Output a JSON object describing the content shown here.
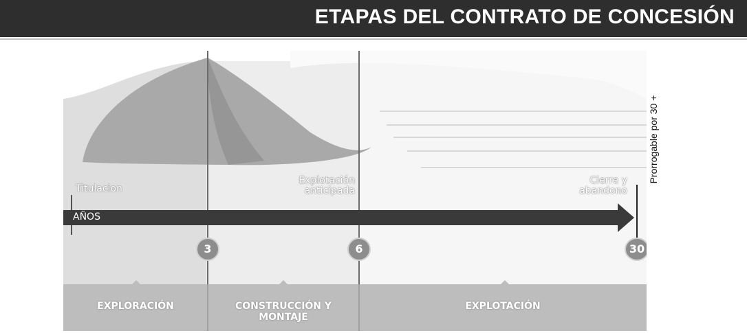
{
  "header": {
    "title": "ETAPAS DEL CONTRATO DE CONCESIÓN"
  },
  "timeline": {
    "axis_label": "AÑOS",
    "milestones": [
      "3",
      "6",
      "30"
    ],
    "events": {
      "titulacion": "Titulacion",
      "explotacion_anticipada_1": "Explotación",
      "explotacion_anticipada_2": "anticipada",
      "cierre_1": "Cierre y",
      "cierre_2": "abandono"
    },
    "extension_note": "Prorrogable por 30 +"
  },
  "phases": {
    "exploracion": "EXPLORACIÓN",
    "construccion_1": "CONSTRUCCIÓN Y",
    "construccion_2": "MONTAJE",
    "explotacion": "EXPLOTACIÓN"
  },
  "colors": {
    "title_bar": "#2e2e2e",
    "arrow": "#3a3a3a",
    "marker": "#8d8d8d",
    "phase_band": "#bdbdbd"
  }
}
